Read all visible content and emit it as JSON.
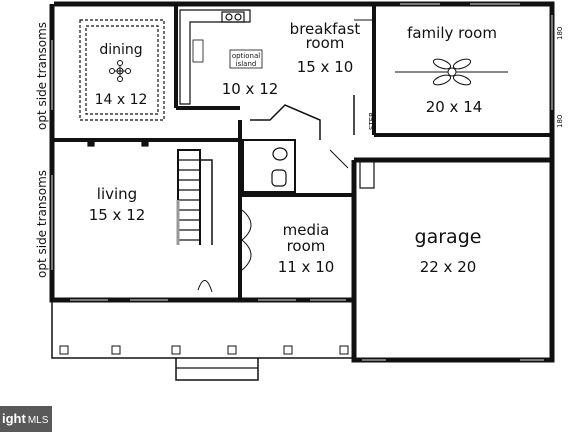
{
  "rooms": {
    "dining": {
      "name": "dining",
      "size": "14 x 12"
    },
    "breakfast": {
      "name1": "breakfast",
      "name2": "room",
      "size": "15 x 10"
    },
    "family": {
      "name": "family room",
      "size": "20 x 14"
    },
    "kitchen": {
      "size": "10 x 12",
      "island1": "optional",
      "island2": "island"
    },
    "living": {
      "name": "living",
      "size": "15 x 12"
    },
    "media": {
      "name1": "media",
      "name2": "room",
      "size": "11 x 10"
    },
    "garage": {
      "name": "garage",
      "size": "22 x 20"
    }
  },
  "labels": {
    "side_transoms_top": "opt side transoms",
    "side_transoms_bottom": "opt side transoms",
    "step": "STEP",
    "window_top": "180",
    "window_bottom": "180"
  },
  "watermark": {
    "text": "ight",
    "suffix": "MLS"
  }
}
